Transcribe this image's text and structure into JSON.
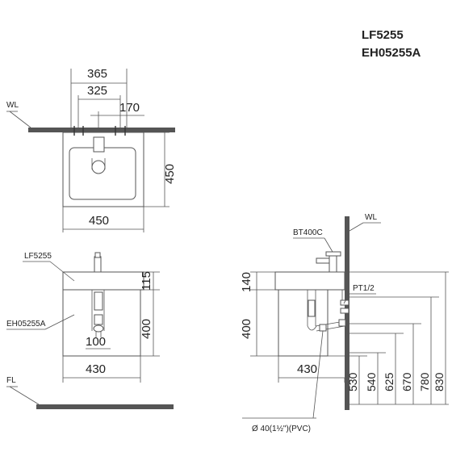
{
  "models": {
    "basin": "LF5255",
    "cabinet": "EH05255A"
  },
  "labels": {
    "wl_top": "WL",
    "wl_side": "WL",
    "fl": "FL",
    "basin_tag": "LF5255",
    "cabinet_tag": "EH05255A",
    "faucet_tag": "BT400C",
    "pt_tag": "PT1/2",
    "drain_note": "Ø 40(1½\")(PVC)"
  },
  "top_view": {
    "d365": "365",
    "d325": "325",
    "d170": "170",
    "d450_depth": "450",
    "d450_width": "450"
  },
  "front_view": {
    "d115": "115",
    "d400": "400",
    "d100": "100",
    "d430": "430"
  },
  "side_view": {
    "d140": "140",
    "d400": "400",
    "d430": "430",
    "heights": [
      "530",
      "540",
      "625",
      "670",
      "780",
      "830"
    ]
  },
  "colors": {
    "line": "#555555",
    "wall": "#555555"
  }
}
